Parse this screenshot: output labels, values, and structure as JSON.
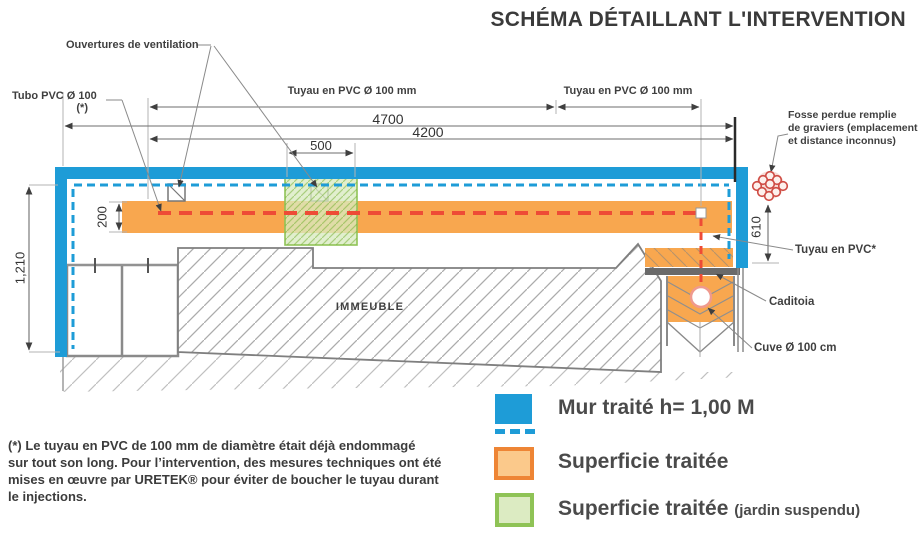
{
  "title": "SCHÉMA DÉTAILLANT L'INTERVENTION",
  "labels": {
    "ouvertures": "Ouvertures de ventilation",
    "tubo_pvc": "Tubo PVC Ø 100",
    "tubo_pvc_note": "(*)",
    "tuyau_left": "Tuyau en PVC Ø 100 mm",
    "tuyau_right": "Tuyau en PVC Ø 100 mm",
    "fosse_line1": "Fosse perdue remplie",
    "fosse_line2": "de graviers (emplacement",
    "fosse_line3": "et distance inconnus)",
    "tuyau_pvc_star": "Tuyau en PVC*",
    "caditoia": "Caditoia",
    "cuve": "Cuve Ø 100 cm",
    "immeuble": "IMMEUBLE"
  },
  "dimensions": {
    "d4700": "4700",
    "d4200": "4200",
    "d500": "500",
    "d200": "200",
    "d1210": "1,210",
    "d610": "610"
  },
  "legend": [
    {
      "swatch": "blue-wall",
      "label": "Mur traité h= 1,00 M",
      "suffix": ""
    },
    {
      "swatch": "orange-area",
      "label": "Superficie traitée",
      "suffix": ""
    },
    {
      "swatch": "green-area",
      "label": "Superficie traitée ",
      "suffix": "(jardin suspendu)"
    }
  ],
  "footnote_lines": [
    "(*) Le tuyau en PVC de 100 mm de diamètre était déjà endommagé",
    "sur tout son long. Pour l’intervention, des mesures techniques ont été",
    "mises en œuvre par URETEK® pour éviter de boucher le tuyau durant",
    "le injections."
  ],
  "colors": {
    "wall_blue": "#1E9CD7",
    "treated_orange": "#F8A74F",
    "orange_border": "#EE8535",
    "green_border": "#8FC356",
    "green_fill": "#D8EAC0",
    "pipe_red": "#EE4B36",
    "fosse_red": "#CE4A42"
  }
}
